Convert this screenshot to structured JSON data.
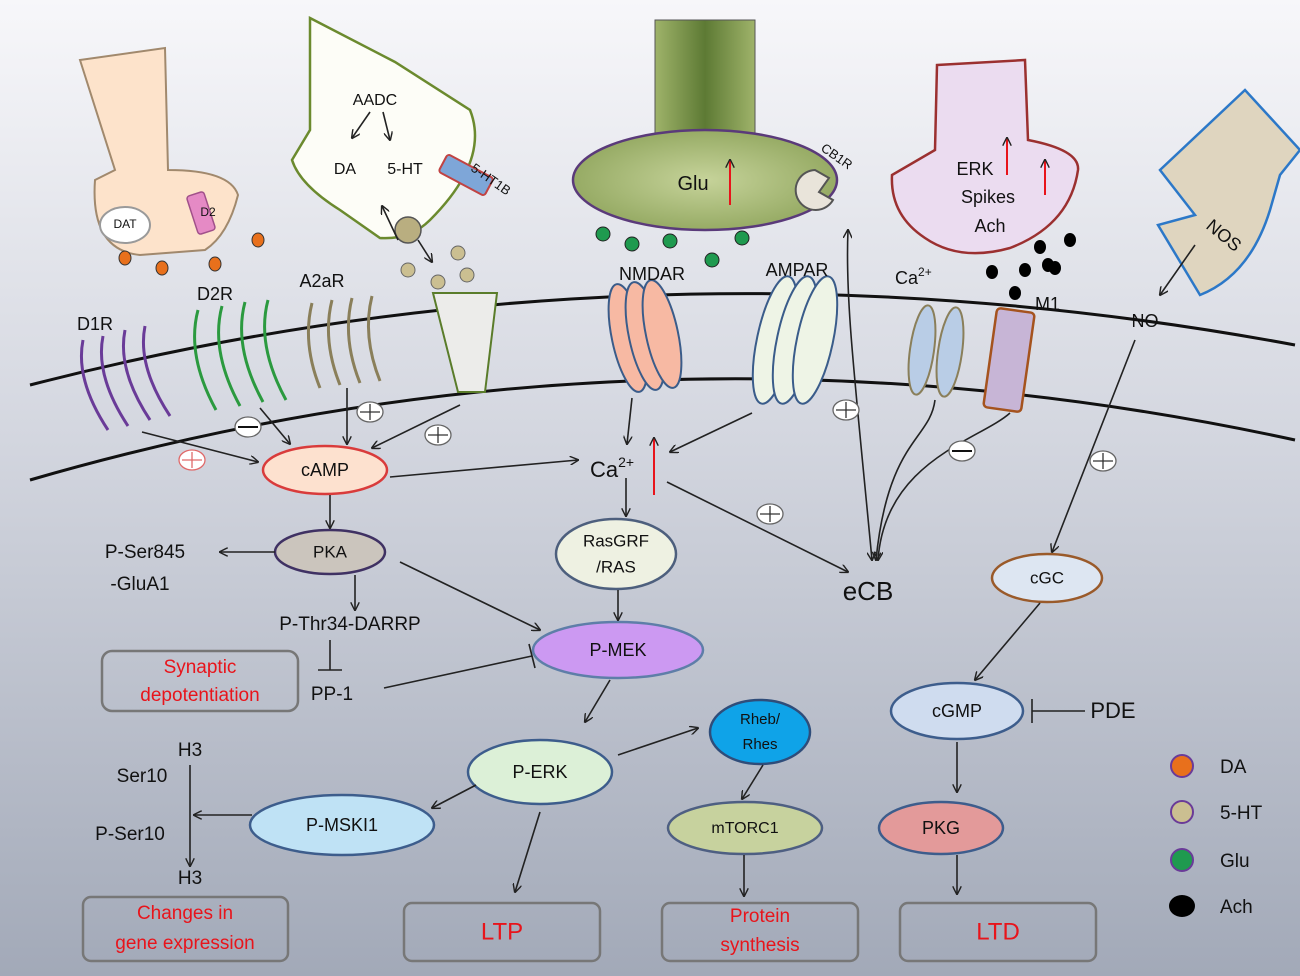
{
  "receptors": {
    "d1r": "D1R",
    "d2r": "D2R",
    "a2ar": "A2aR",
    "nmdar": "NMDAR",
    "ampar": "AMPAR",
    "ca_channel": "Ca",
    "ca_channel_sup": "2+",
    "m1": "M1"
  },
  "terminals": {
    "dat": "DAT",
    "d2": "D2",
    "aadc": "AADC",
    "da": "DA",
    "serotonin": "5-HT",
    "ht1b": "5-HT1B",
    "glu": "Glu",
    "cb1r": "CB1R",
    "erk": "ERK",
    "spikes": "Spikes",
    "ach": "Ach",
    "nos": "NOS",
    "no": "NO"
  },
  "pathway": {
    "camp": "cAMP",
    "ca": "Ca",
    "ca_sup": "2+",
    "pka": "PKA",
    "p_ser845": "P-Ser845",
    "glua1": "-GluA1",
    "p_thr34": "P-Thr34-DARRP",
    "pp1": "PP-1",
    "synaptic_1": "Synaptic",
    "synaptic_2": "depotentiation",
    "rasgrf_1": "RasGRF",
    "rasgrf_2": "/RAS",
    "p_mek": "P-MEK",
    "p_erk": "P-ERK",
    "rheb_1": "Rheb/",
    "rheb_2": "Rhes",
    "mtorc1": "mTORC1",
    "p_mski1": "P-MSKI1",
    "h3_top": "H3",
    "ser10": "Ser10",
    "p_ser10": "P-Ser10",
    "h3_bottom": "H3",
    "ecb": "eCB",
    "cgc": "cGC",
    "cgmp": "cGMP",
    "pde": "PDE",
    "pkg": "PKG"
  },
  "outcomes": {
    "gene_1": "Changes in",
    "gene_2": "gene expression",
    "ltp": "LTP",
    "protein_1": "Protein",
    "protein_2": "synthesis",
    "ltd": "LTD"
  },
  "legend": [
    {
      "label": "DA",
      "color": "#e8701c"
    },
    {
      "label": "5-HT",
      "color": "#cbbf91"
    },
    {
      "label": "Glu",
      "color": "#1f9a4f"
    },
    {
      "label": "Ach",
      "color": "#000000"
    }
  ]
}
